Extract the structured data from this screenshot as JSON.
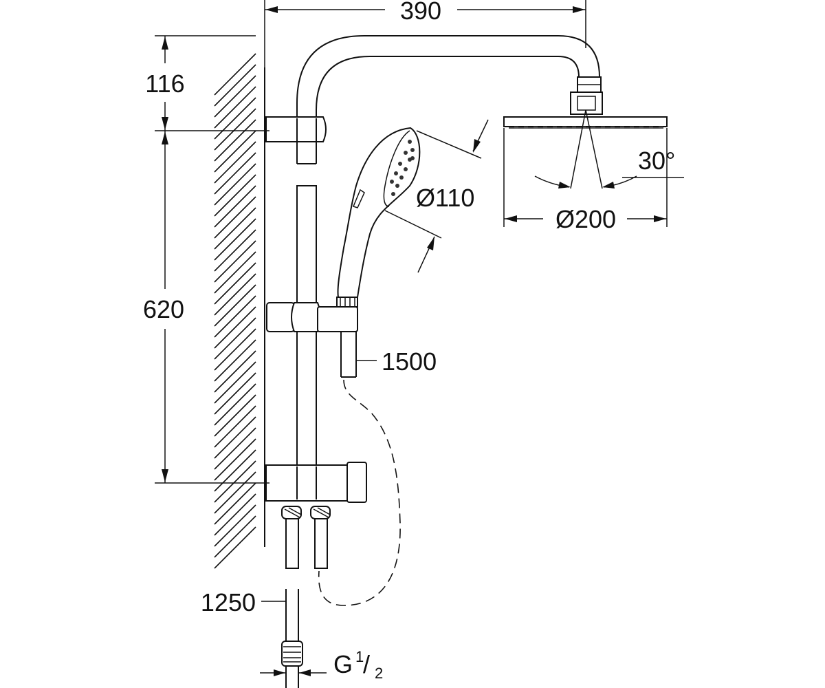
{
  "dimensions": {
    "arm_length": "390",
    "top_height": "116",
    "rail_length": "620",
    "hand_shower_diameter": "Ø110",
    "head_shower_diameter": "Ø200",
    "spray_angle": "30°",
    "shower_hose_length": "1500",
    "inlet_hose_length": "1250",
    "thread_letter": "G",
    "thread_numerator": "1",
    "thread_separator": "/",
    "thread_denominator": "2"
  },
  "colors": {
    "ink": "#111111",
    "background": "#ffffff"
  }
}
